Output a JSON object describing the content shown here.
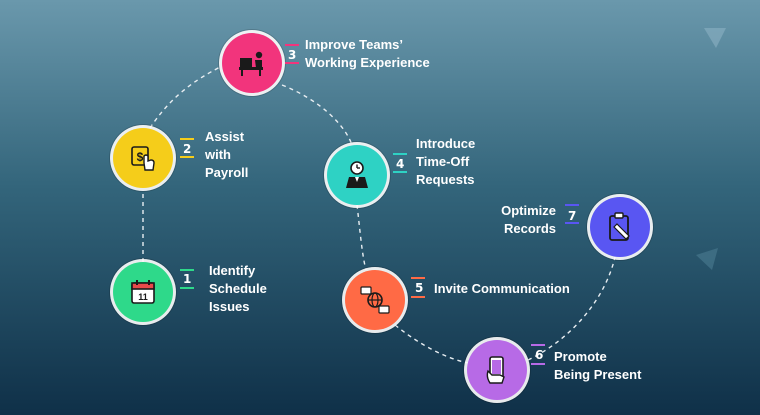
{
  "steps": [
    {
      "number": "1",
      "lines": [
        "Identify",
        "Schedule",
        "Issues"
      ],
      "color": "#2ed98a",
      "icon": "calendar-icon"
    },
    {
      "number": "2",
      "lines": [
        "Assist",
        "with",
        "Payroll"
      ],
      "color": "#f5cd1a",
      "icon": "payroll-hand-icon"
    },
    {
      "number": "3",
      "lines": [
        "Improve Teams’",
        "Working Experience"
      ],
      "color": "#f2347c",
      "icon": "person-at-desk-icon"
    },
    {
      "number": "4",
      "lines": [
        "Introduce",
        "Time-Off",
        "Requests"
      ],
      "color": "#2ed2c4",
      "icon": "person-clock-icon"
    },
    {
      "number": "5",
      "lines": [
        "Invite Communication"
      ],
      "color": "#ff6a45",
      "icon": "globe-chat-icon"
    },
    {
      "number": "6",
      "lines": [
        "Promote",
        "Being Present"
      ],
      "color": "#b76ae6",
      "icon": "phone-hand-icon"
    },
    {
      "number": "7",
      "lines": [
        "Optimize",
        "Records"
      ],
      "color": "#5956f2",
      "icon": "clipboard-icon"
    }
  ],
  "calendar_day": "11",
  "tick_colors": {
    "1": "#2ed98a",
    "2": "#f5cd1a",
    "3": "#f2347c",
    "4": "#2ed2c4",
    "5": "#ff6a45",
    "6": "#b76ae6",
    "7": "#5956f2"
  }
}
